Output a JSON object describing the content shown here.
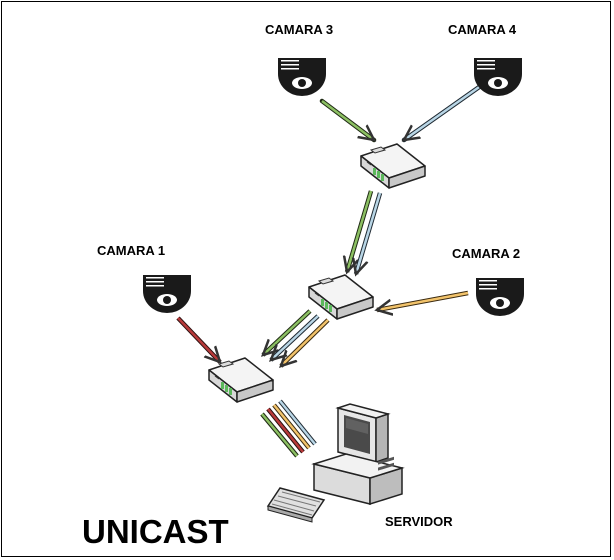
{
  "diagram": {
    "title": "UNICAST",
    "cameras": [
      {
        "id": "cam1",
        "label": "CAMARA 1",
        "link_color": "#b83a3a"
      },
      {
        "id": "cam2",
        "label": "CAMARA 2",
        "link_color": "#f2c36b"
      },
      {
        "id": "cam3",
        "label": "CAMARA 3",
        "link_color": "#8cc063"
      },
      {
        "id": "cam4",
        "label": "CAMARA 4",
        "link_color": "#b9d6e6"
      }
    ],
    "server": {
      "label": "SERVIDOR"
    },
    "icons": {
      "camera": "dome-camera-icon",
      "switch": "network-switch-icon",
      "server": "desktop-computer-icon"
    }
  }
}
